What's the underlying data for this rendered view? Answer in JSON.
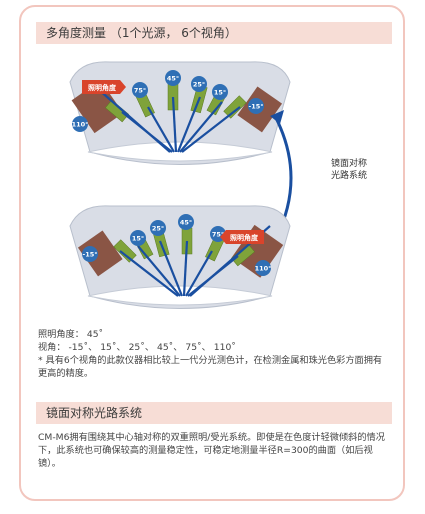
{
  "section1": {
    "title": "多角度测量 （1个光源， 6个视角）"
  },
  "diagram_top": {
    "illum_label": "照明角度",
    "angles": [
      "110°",
      "75°",
      "45°",
      "25°",
      "15°",
      "-15°"
    ]
  },
  "diagram_bottom": {
    "illum_label": "照明角度",
    "angles": [
      "-15°",
      "15°",
      "25°",
      "45°",
      "75°",
      "110°"
    ]
  },
  "mirror_label": {
    "line1": "镜面对称",
    "line2": "光路系统"
  },
  "info": {
    "illum_line": "照明角度： 45˚",
    "view_line": "视角： -15˚、 15˚、 25˚、 45˚、 75˚、 110˚",
    "note": "* 具有6个视角的此款仪器相比较上一代分光测色计，在检测金属和珠光色彩方面拥有更高的精度。"
  },
  "section2": {
    "title": "镜面对称光路系统",
    "body": "CM-M6拥有围绕其中心轴对称的双重照明/受光系统。即使是在色度计轻微倾斜的情况下，此系统也可确保较高的测量稳定性，可稳定地测量半径R=300的曲面（如后视镜）。"
  },
  "colors": {
    "card_border": "#f2c6be",
    "header_bg": "#f7ddd6",
    "ray_blue": "#1a4fa0",
    "illum_red": "#d9442b",
    "lens_green": "#7fa33a",
    "label_blue": "#2f6fb5",
    "housing_brown": "#8a5545"
  }
}
